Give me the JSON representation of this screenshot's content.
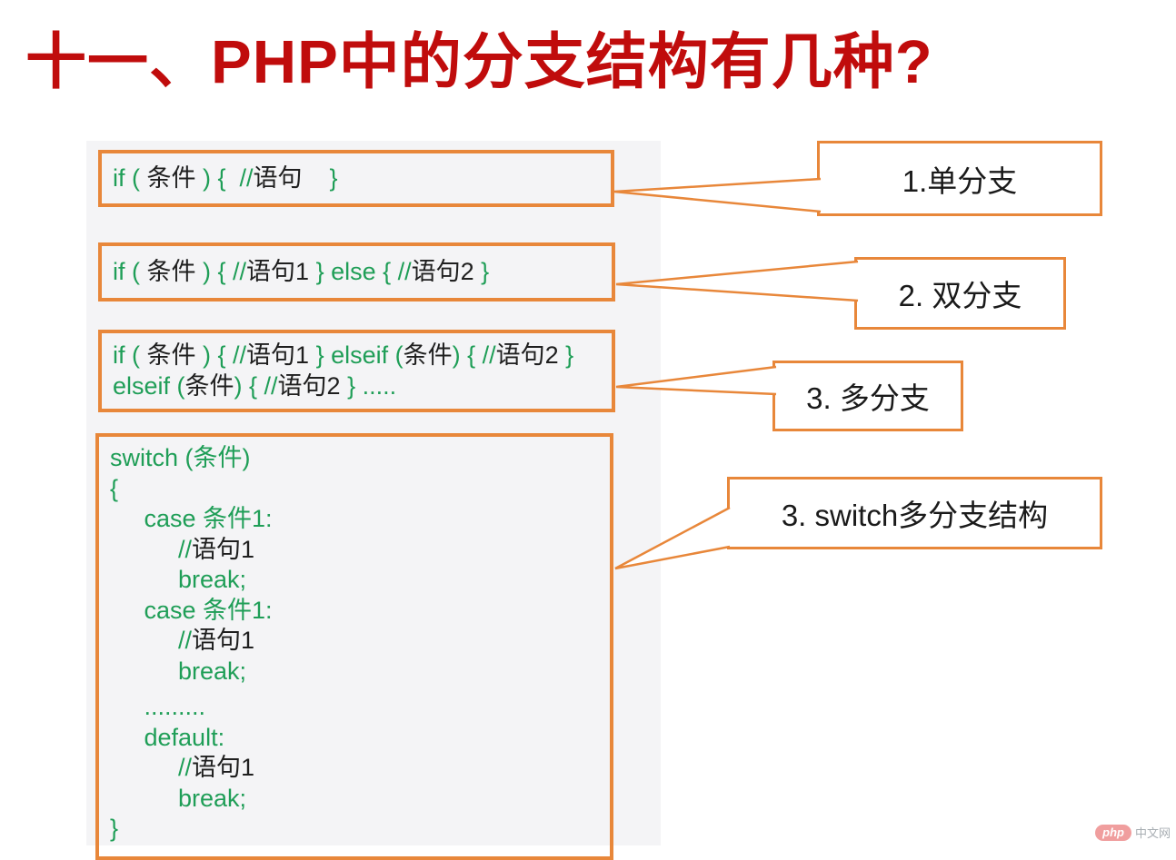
{
  "page": {
    "title": "十一、PHP中的分支结构有几种?"
  },
  "colors": {
    "title_red": "#c00c0c",
    "accent_orange": "#e8873a",
    "keyword_green": "#1f9e57",
    "text_dark": "#1f1f1f",
    "panel_gray": "#f4f4f6",
    "watermark_pill": "#ee8e8e"
  },
  "code_boxes": [
    {
      "name": "single-branch-code",
      "lines": [
        {
          "tokens": [
            {
              "t": "if ( ",
              "c": "green"
            },
            {
              "t": "条件",
              "c": "dark"
            },
            {
              "t": " ) {  //",
              "c": "green"
            },
            {
              "t": "语句",
              "c": "dark"
            },
            {
              "t": "    }",
              "c": "green"
            }
          ]
        }
      ]
    },
    {
      "name": "double-branch-code",
      "lines": [
        {
          "tokens": [
            {
              "t": "if ( ",
              "c": "green"
            },
            {
              "t": "条件",
              "c": "dark"
            },
            {
              "t": " ) { //",
              "c": "green"
            },
            {
              "t": "语句1",
              "c": "dark"
            },
            {
              "t": " } else { //",
              "c": "green"
            },
            {
              "t": "语句2",
              "c": "dark"
            },
            {
              "t": " }",
              "c": "green"
            }
          ]
        }
      ]
    },
    {
      "name": "multi-branch-code",
      "lines": [
        {
          "tokens": [
            {
              "t": "if ( ",
              "c": "green"
            },
            {
              "t": "条件",
              "c": "dark"
            },
            {
              "t": " ) { //",
              "c": "green"
            },
            {
              "t": "语句1",
              "c": "dark"
            },
            {
              "t": " } elseif (",
              "c": "green"
            },
            {
              "t": "条件",
              "c": "dark"
            },
            {
              "t": ") { //",
              "c": "green"
            },
            {
              "t": "语句2",
              "c": "dark"
            },
            {
              "t": " }",
              "c": "green"
            }
          ]
        },
        {
          "tokens": [
            {
              "t": "elseif (",
              "c": "green"
            },
            {
              "t": "条件",
              "c": "dark"
            },
            {
              "t": ") { //",
              "c": "green"
            },
            {
              "t": "语句2",
              "c": "dark"
            },
            {
              "t": " } .....",
              "c": "green"
            }
          ]
        }
      ]
    },
    {
      "name": "switch-branch-code",
      "lines": [
        {
          "tokens": [
            {
              "t": "switch (条件)",
              "c": "green"
            }
          ]
        },
        {
          "tokens": [
            {
              "t": "{",
              "c": "green"
            }
          ]
        },
        {
          "tokens": [
            {
              "t": "     case 条件1:",
              "c": "green"
            }
          ]
        },
        {
          "tokens": [
            {
              "t": "          //",
              "c": "green"
            },
            {
              "t": "语句1",
              "c": "dark"
            }
          ]
        },
        {
          "tokens": [
            {
              "t": "          break;",
              "c": "green"
            }
          ]
        },
        {
          "tokens": [
            {
              "t": "     case 条件1:",
              "c": "green"
            }
          ]
        },
        {
          "tokens": [
            {
              "t": "          //",
              "c": "green"
            },
            {
              "t": "语句1",
              "c": "dark"
            }
          ]
        },
        {
          "tokens": [
            {
              "t": "          break;",
              "c": "green"
            }
          ]
        },
        {
          "gap": true,
          "tokens": [
            {
              "t": "     .........",
              "c": "green"
            }
          ]
        },
        {
          "tokens": [
            {
              "t": "     default:",
              "c": "green"
            }
          ]
        },
        {
          "tokens": [
            {
              "t": "          //",
              "c": "green"
            },
            {
              "t": "语句1",
              "c": "dark"
            }
          ]
        },
        {
          "tokens": [
            {
              "t": "          break;",
              "c": "green"
            }
          ]
        },
        {
          "tokens": [
            {
              "t": "}",
              "c": "green"
            }
          ]
        }
      ]
    }
  ],
  "callouts": [
    {
      "label": "1.单分支"
    },
    {
      "label": "2. 双分支"
    },
    {
      "label": "3. 多分支"
    },
    {
      "label": "3. switch多分支结构"
    }
  ],
  "watermark": {
    "logo": "php",
    "site": "中文网"
  }
}
